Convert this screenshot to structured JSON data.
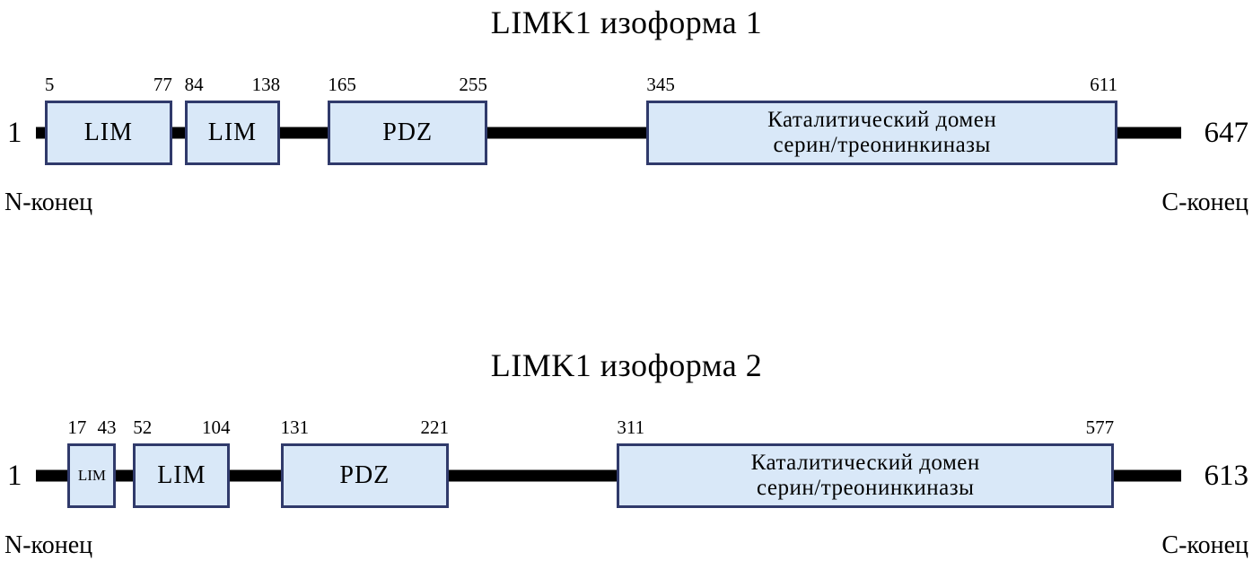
{
  "diagram": {
    "isoforms": [
      {
        "title": "LIMK1 изоформа 1",
        "start_residue": "1",
        "end_residue": "647",
        "length": 647,
        "n_terminus_label": "N-конец",
        "c_terminus_label": "C-конец",
        "domains": [
          {
            "label": "LIM",
            "start": 5,
            "end": 77
          },
          {
            "label": "LIM",
            "start": 84,
            "end": 138
          },
          {
            "label": "PDZ",
            "start": 165,
            "end": 255
          },
          {
            "label": "Каталитический домен\nсерин/треонинкиназы",
            "start": 345,
            "end": 611
          }
        ]
      },
      {
        "title": "LIMK1 изоформа 2",
        "start_residue": "1",
        "end_residue": "613",
        "length": 613,
        "n_terminus_label": "N-конец",
        "c_terminus_label": "C-конец",
        "domains": [
          {
            "label": "LIM",
            "start": 17,
            "end": 43
          },
          {
            "label": "LIM",
            "start": 52,
            "end": 104
          },
          {
            "label": "PDZ",
            "start": 131,
            "end": 221
          },
          {
            "label": "Каталитический домен\nсерин/треонинкиназы",
            "start": 311,
            "end": 577
          }
        ]
      }
    ],
    "colors": {
      "domain_fill": "#d9e8f8",
      "domain_border": "#303a6b",
      "backbone": "#000000"
    }
  }
}
